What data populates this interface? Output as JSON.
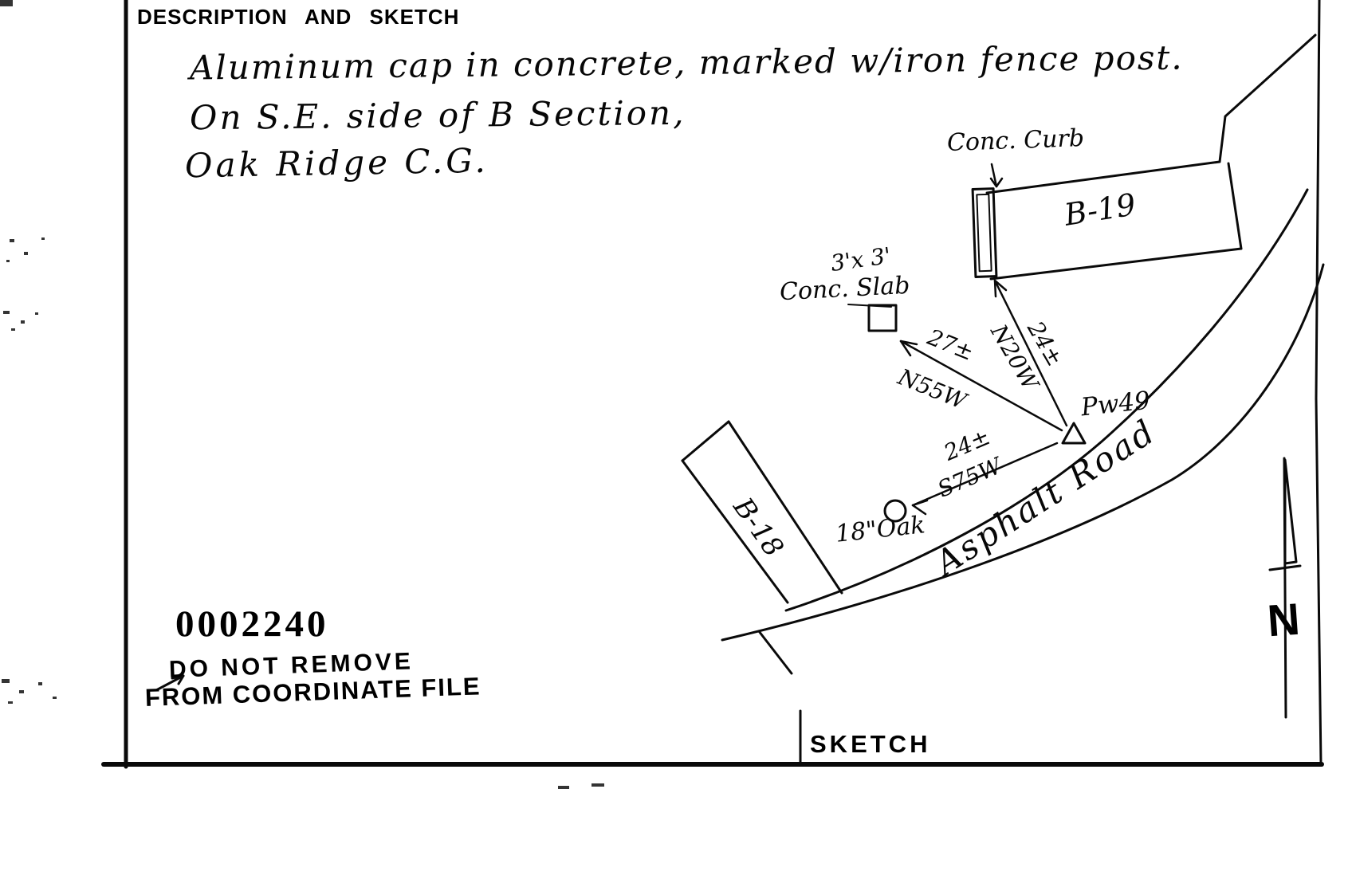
{
  "header": {
    "title": "DESCRIPTION AND SKETCH"
  },
  "description_lines": [
    "Aluminum cap in concrete, marked w/iron fence post.",
    "On S.E. side of B Section,",
    "Oak Ridge C.G."
  ],
  "sketch": {
    "labels": {
      "conc_curb": "Conc. Curb",
      "section_b19": "B-19",
      "section_b18": "B-18",
      "slab_size": "3'x 3'",
      "slab_name": "Conc. Slab",
      "station": "Pw49",
      "oak": "18\"Oak",
      "road": "Asphalt Road",
      "north": "N",
      "footer": "SKETCH"
    },
    "ties": [
      {
        "distance": "27±",
        "bearing": "N55W"
      },
      {
        "distance": "24±",
        "bearing": "N20W"
      },
      {
        "distance": "24±",
        "bearing": "S75W"
      }
    ]
  },
  "stamps": {
    "file_number": "0002240",
    "warning_line1": "DO NOT REMOVE",
    "warning_line2": "FROM COORDINATE FILE"
  },
  "colors": {
    "ink": "#000000",
    "paper": "#ffffff"
  }
}
